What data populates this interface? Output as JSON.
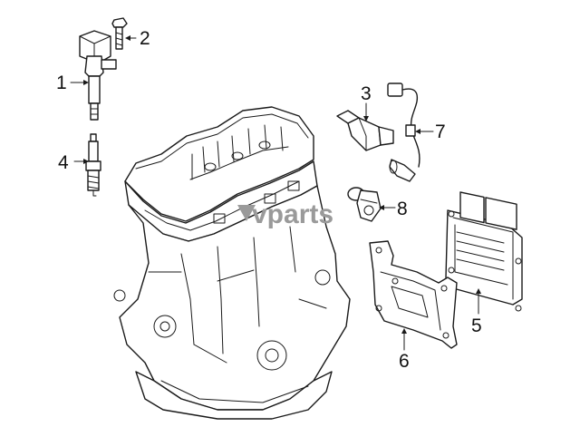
{
  "callouts": [
    {
      "id": "1",
      "label": "1"
    },
    {
      "id": "2",
      "label": "2"
    },
    {
      "id": "3",
      "label": "3"
    },
    {
      "id": "4",
      "label": "4"
    },
    {
      "id": "5",
      "label": "5"
    },
    {
      "id": "6",
      "label": "6"
    },
    {
      "id": "7",
      "label": "7"
    },
    {
      "id": "8",
      "label": "8"
    }
  ],
  "watermark": {
    "text": "vparts"
  },
  "colors": {
    "ink": "#1a1a1a",
    "watermark": "#9a9a9a",
    "background": "#ffffff"
  }
}
